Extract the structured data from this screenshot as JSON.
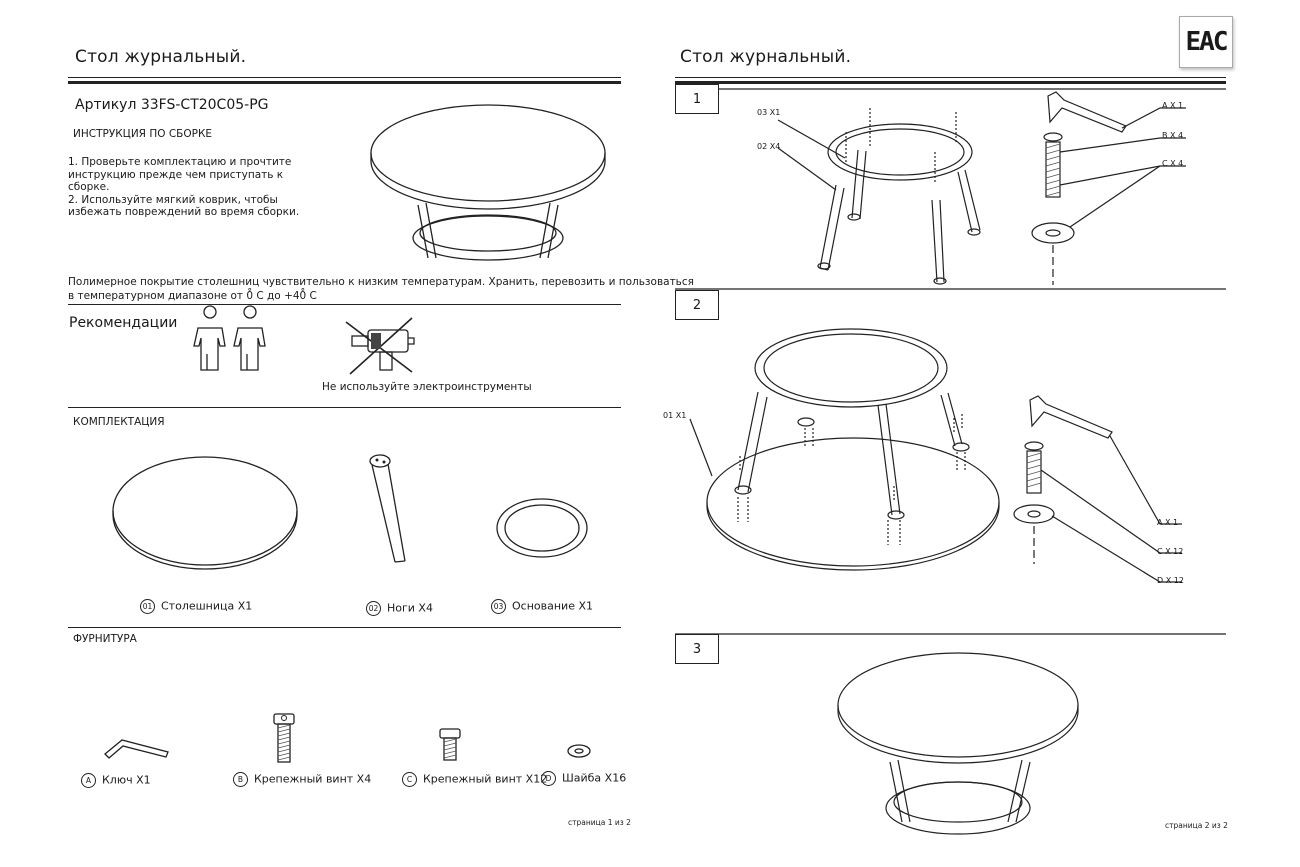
{
  "left": {
    "title": "Стол журнальный.",
    "article": "Артикул  33FS-CT20C05-PG",
    "instructions_heading": "ИНСТРУКЦИЯ ПО СБОРКЕ",
    "instructions": [
      "1. Проверьте комплектацию и прочтите",
      "инструкцию прежде чем приступать к",
      "сборке.",
      "2. Используйте мягкий коврик, чтобы",
      "избежать повреждений во время сборки."
    ],
    "notice": [
      "Полимерное покрытие столешниц чувствительно к низким температурам. Хранить, перевозить и пользоваться",
      "в температурном диапазоне от 0̊ С до +40̊ С"
    ],
    "recommendations": "Рекомендации",
    "no_power_tools": "Не используйте электроинструменты",
    "kit_heading": "КОМПЛЕКТАЦИЯ",
    "kit": [
      {
        "code": "01",
        "label": "Столешница  X1"
      },
      {
        "code": "02",
        "label": "Ноги  X4"
      },
      {
        "code": "03",
        "label": "Основание  X1"
      }
    ],
    "hardware_heading": "ФУРНИТУРА",
    "hardware": [
      {
        "code": "A",
        "label": "Ключ  X1"
      },
      {
        "code": "B",
        "label": "Крепежный винт  X4"
      },
      {
        "code": "C",
        "label": "Крепежный винт  X12"
      },
      {
        "code": "D",
        "label": "Шайба  X16"
      }
    ],
    "page_number": "страница 1 из 2"
  },
  "right": {
    "title": "Стол журнальный.",
    "eac_mark": "EAC",
    "steps": [
      {
        "number": "1",
        "callouts_left": [
          "03 X1",
          "02 X4"
        ],
        "callouts_right": [
          "A X 1",
          "B X 4",
          "C X 4"
        ]
      },
      {
        "number": "2",
        "callouts_left": [
          "01 X1"
        ],
        "callouts_right": [
          "A X 1",
          "C X 12",
          "D X 12"
        ]
      },
      {
        "number": "3"
      }
    ],
    "page_number": "страница 2 из 2"
  }
}
